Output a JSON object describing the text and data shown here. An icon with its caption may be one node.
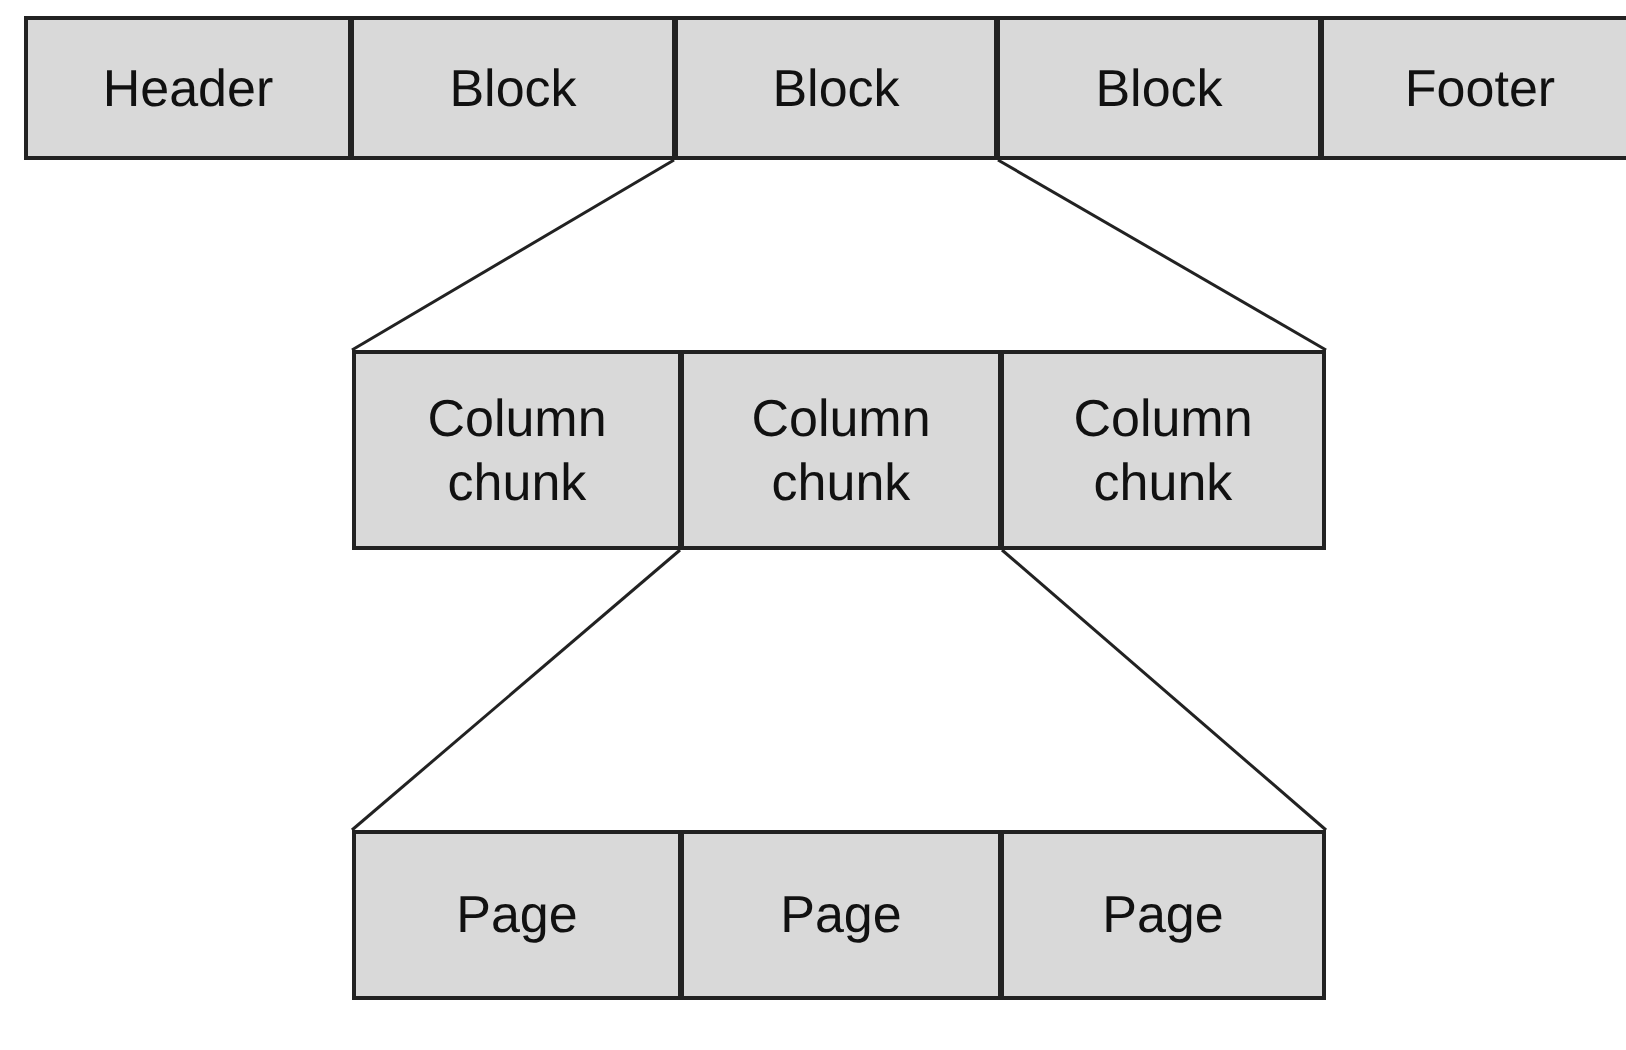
{
  "diagram": {
    "nodes": [
      {
        "text": [
          "Header"
        ]
      },
      {
        "text": [
          "Block"
        ]
      },
      {
        "text": [
          "Block"
        ]
      },
      {
        "text": [
          "Block"
        ]
      },
      {
        "text": [
          "Footer"
        ]
      },
      {
        "text": [
          "Column chunk"
        ]
      },
      {
        "text": [
          "Column chunk"
        ]
      },
      {
        "text": [
          "Column chunk"
        ]
      },
      {
        "text": [
          "Page"
        ]
      },
      {
        "text": [
          "Page"
        ]
      },
      {
        "text": [
          "Page"
        ]
      }
    ],
    "edges": [
      {
        "from": 2,
        "to": 5,
        "arrow": "none"
      },
      {
        "from": 2,
        "to": 7,
        "arrow": "none"
      },
      {
        "from": 6,
        "to": 8,
        "arrow": "none"
      },
      {
        "from": 6,
        "to": 10,
        "arrow": "none"
      }
    ]
  }
}
